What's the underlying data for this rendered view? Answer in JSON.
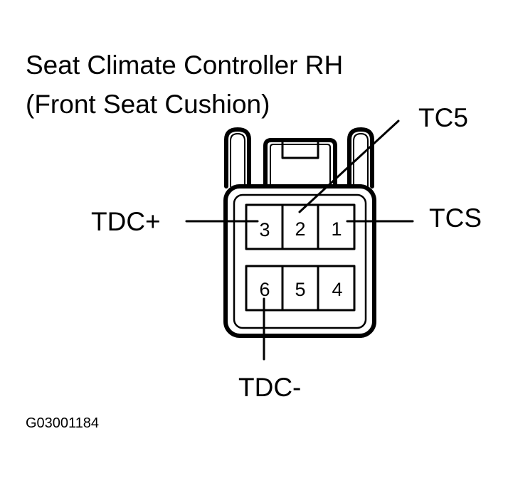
{
  "title": {
    "line1": "Seat Climate Controller RH",
    "line2": "(Front Seat Cushion)"
  },
  "connector": {
    "pins": [
      {
        "number": "3",
        "label": "TDC+"
      },
      {
        "number": "2",
        "label": "TC5"
      },
      {
        "number": "1",
        "label": "TCS"
      },
      {
        "number": "6",
        "label": "TDC-"
      },
      {
        "number": "5",
        "label": ""
      },
      {
        "number": "4",
        "label": ""
      }
    ]
  },
  "labels": {
    "tc5": "TC5",
    "tdc_plus": "TDC+",
    "tcs": "TCS",
    "tdc_minus": "TDC-"
  },
  "figure_id": "G03001184",
  "colors": {
    "line": "#000000",
    "background": "#ffffff"
  }
}
